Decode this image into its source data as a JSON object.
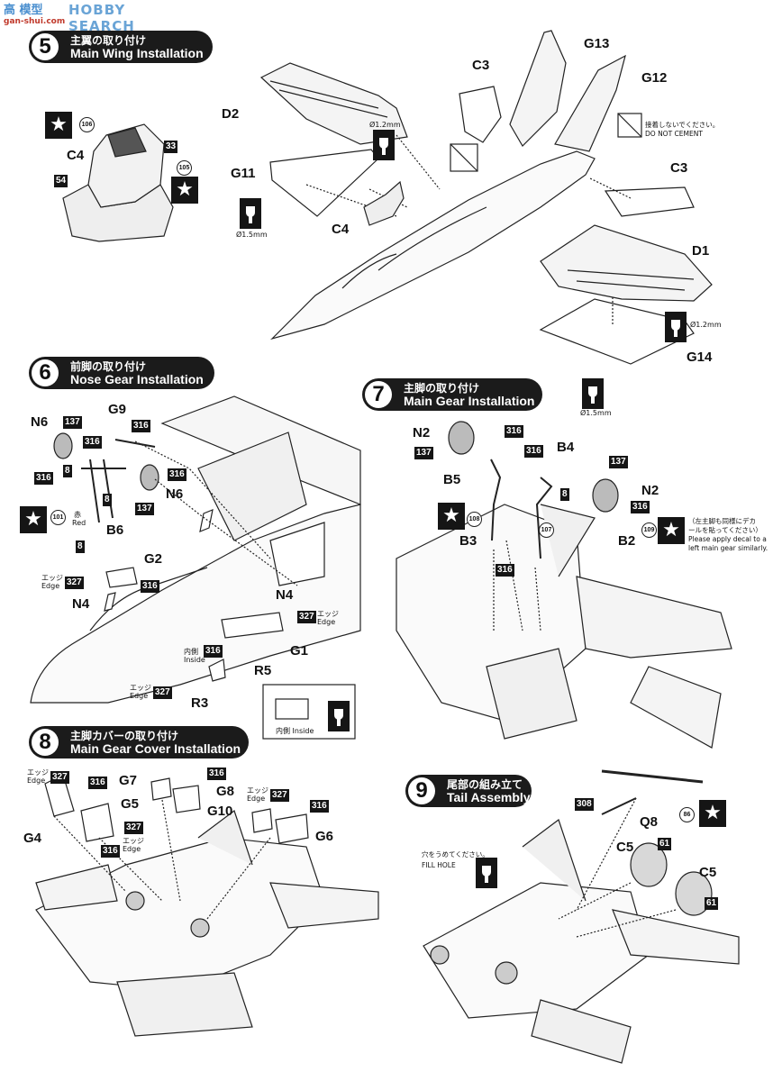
{
  "watermark": {
    "logo": "高  模型",
    "word": "HOBBY SEARCH",
    "url": "gan-shui.com"
  },
  "steps": [
    {
      "num": "5",
      "jp": "主翼の取り付け",
      "en": "Main Wing Installation"
    },
    {
      "num": "6",
      "jp": "前脚の取り付け",
      "en": "Nose Gear Installation"
    },
    {
      "num": "7",
      "jp": "主脚の取り付け",
      "en": "Main Gear Installation"
    },
    {
      "num": "8",
      "jp": "主脚カバーの取り付け",
      "en": "Main Gear Cover Installation"
    },
    {
      "num": "9",
      "jp": "尾部の組み立て",
      "en": "Tail Assembly"
    }
  ],
  "parts": {
    "D2": "D2",
    "G11": "G11",
    "C4": "C4",
    "C4b": "C4",
    "C3": "C3",
    "C3b": "C3",
    "G13": "G13",
    "G12": "G12",
    "D1": "D1",
    "G14": "G14",
    "N6": "N6",
    "N6b": "N6",
    "G9": "G9",
    "B6": "B6",
    "G2": "G2",
    "N4": "N4",
    "N4b": "N4",
    "G1": "G1",
    "R5": "R5",
    "R3": "R3",
    "N2": "N2",
    "N2b": "N2",
    "B4": "B4",
    "B5": "B5",
    "B3": "B3",
    "B2": "B2",
    "G7": "G7",
    "G8": "G8",
    "G5": "G5",
    "G10": "G10",
    "G6": "G6",
    "G4": "G4",
    "Q8": "Q8",
    "C5": "C5",
    "C5b": "C5"
  },
  "paint": {
    "c33": "33",
    "c54": "54",
    "c137": "137",
    "c316": "316",
    "c8": "8",
    "c327": "327",
    "c308": "308",
    "c61": "61"
  },
  "decals": {
    "d106": "106",
    "d105": "105",
    "d101": "101",
    "d108": "108",
    "d107": "107",
    "d109": "109",
    "d86": "86"
  },
  "dims": {
    "d12": "Ø1.2mm",
    "d15": "Ø1.5mm"
  },
  "text": {
    "no_cement_jp": "接着しないでください。",
    "no_cement_en": "DO NOT CEMENT",
    "edge_jp": "エッジ",
    "edge_en": "Edge",
    "inside_jp": "内側",
    "inside_en": "Inside",
    "inside_full": "内側 Inside",
    "red_jp": "赤",
    "red_en": "Red",
    "fill_jp": "穴をうめてください。",
    "fill_en": "FILL HOLE",
    "decal_note_jp": "（左主脚も同様にデカールを貼ってください）",
    "decal_note_en1": "Please apply decal to a",
    "decal_note_en2": "left main gear similarly."
  },
  "icons": [
    "star-icon",
    "cement-icon",
    "no-cement-icon"
  ]
}
